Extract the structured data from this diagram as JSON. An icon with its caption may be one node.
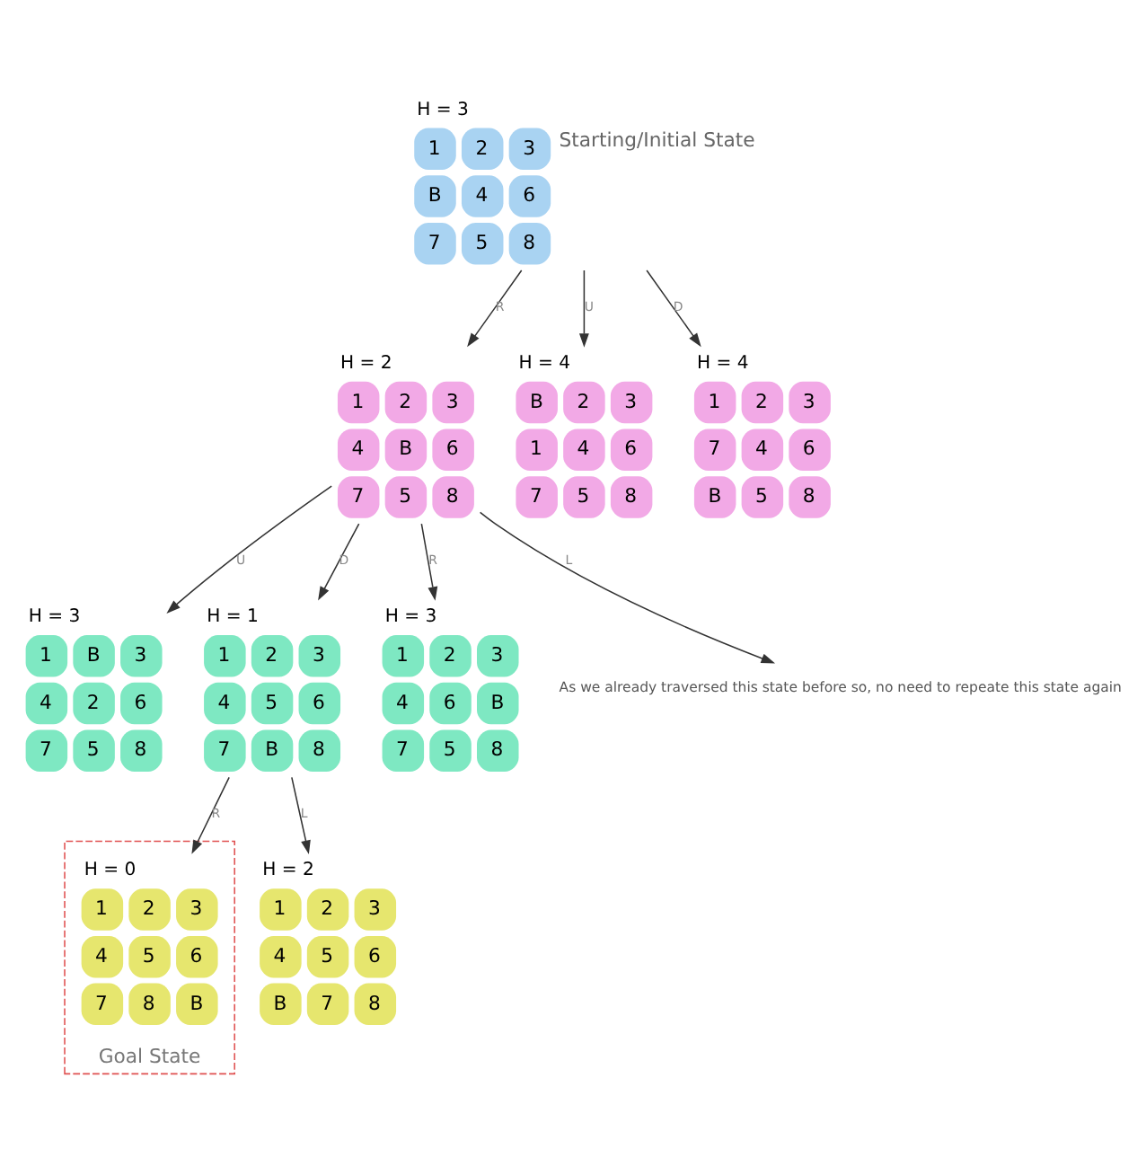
{
  "diagram": {
    "nodes": [
      {
        "text": [
          "1",
          "2",
          "3",
          "B",
          "4",
          "6",
          "7",
          "5",
          "8"
        ],
        "beside": [
          "H = 3",
          "Starting/Initial State"
        ]
      },
      {
        "text": [
          "1",
          "2",
          "3",
          "4",
          "B",
          "6",
          "7",
          "5",
          "8"
        ],
        "beside": [
          "H = 2"
        ]
      },
      {
        "text": [
          "B",
          "2",
          "3",
          "1",
          "4",
          "6",
          "7",
          "5",
          "8"
        ],
        "beside": [
          "H = 4"
        ]
      },
      {
        "text": [
          "1",
          "2",
          "3",
          "7",
          "4",
          "6",
          "B",
          "5",
          "8"
        ],
        "beside": [
          "H = 4"
        ]
      },
      {
        "text": [
          "1",
          "B",
          "3",
          "4",
          "2",
          "6",
          "7",
          "5",
          "8"
        ],
        "beside": [
          "H = 3"
        ]
      },
      {
        "text": [
          "1",
          "2",
          "3",
          "4",
          "5",
          "6",
          "7",
          "B",
          "8"
        ],
        "beside": [
          "H = 1"
        ]
      },
      {
        "text": [
          "1",
          "2",
          "3",
          "4",
          "6",
          "B",
          "7",
          "5",
          "8"
        ],
        "beside": [
          "H = 3"
        ]
      },
      {
        "text": [
          "As we already traversed this state before so, no need to repeate this state again"
        ]
      },
      {
        "text": [
          "Goal State"
        ]
      },
      {
        "text": [
          "1",
          "2",
          "3",
          "4",
          "5",
          "6",
          "7",
          "8",
          "B"
        ],
        "beside": [
          "H = 0"
        ],
        "in": 8
      },
      {
        "text": [
          "1",
          "2",
          "3",
          "4",
          "5",
          "6",
          "B",
          "7",
          "8"
        ],
        "beside": [
          "H = 2"
        ]
      }
    ],
    "edges": [
      {
        "from": 0,
        "to": 1,
        "arrow": "to",
        "label": "R"
      },
      {
        "from": 0,
        "to": 2,
        "arrow": "to",
        "label": "U"
      },
      {
        "from": 0,
        "to": 3,
        "arrow": "to",
        "label": "D"
      },
      {
        "from": 1,
        "to": 4,
        "arrow": "to",
        "label": "U"
      },
      {
        "from": 1,
        "to": 5,
        "arrow": "to",
        "label": "D"
      },
      {
        "from": 1,
        "to": 6,
        "arrow": "to",
        "label": "R"
      },
      {
        "from": 1,
        "to": 7,
        "arrow": "to",
        "label": "L"
      },
      {
        "from": 5,
        "to": 9,
        "arrow": "to",
        "label": "R"
      },
      {
        "from": 5,
        "to": 10,
        "arrow": "to",
        "label": "L"
      }
    ]
  }
}
